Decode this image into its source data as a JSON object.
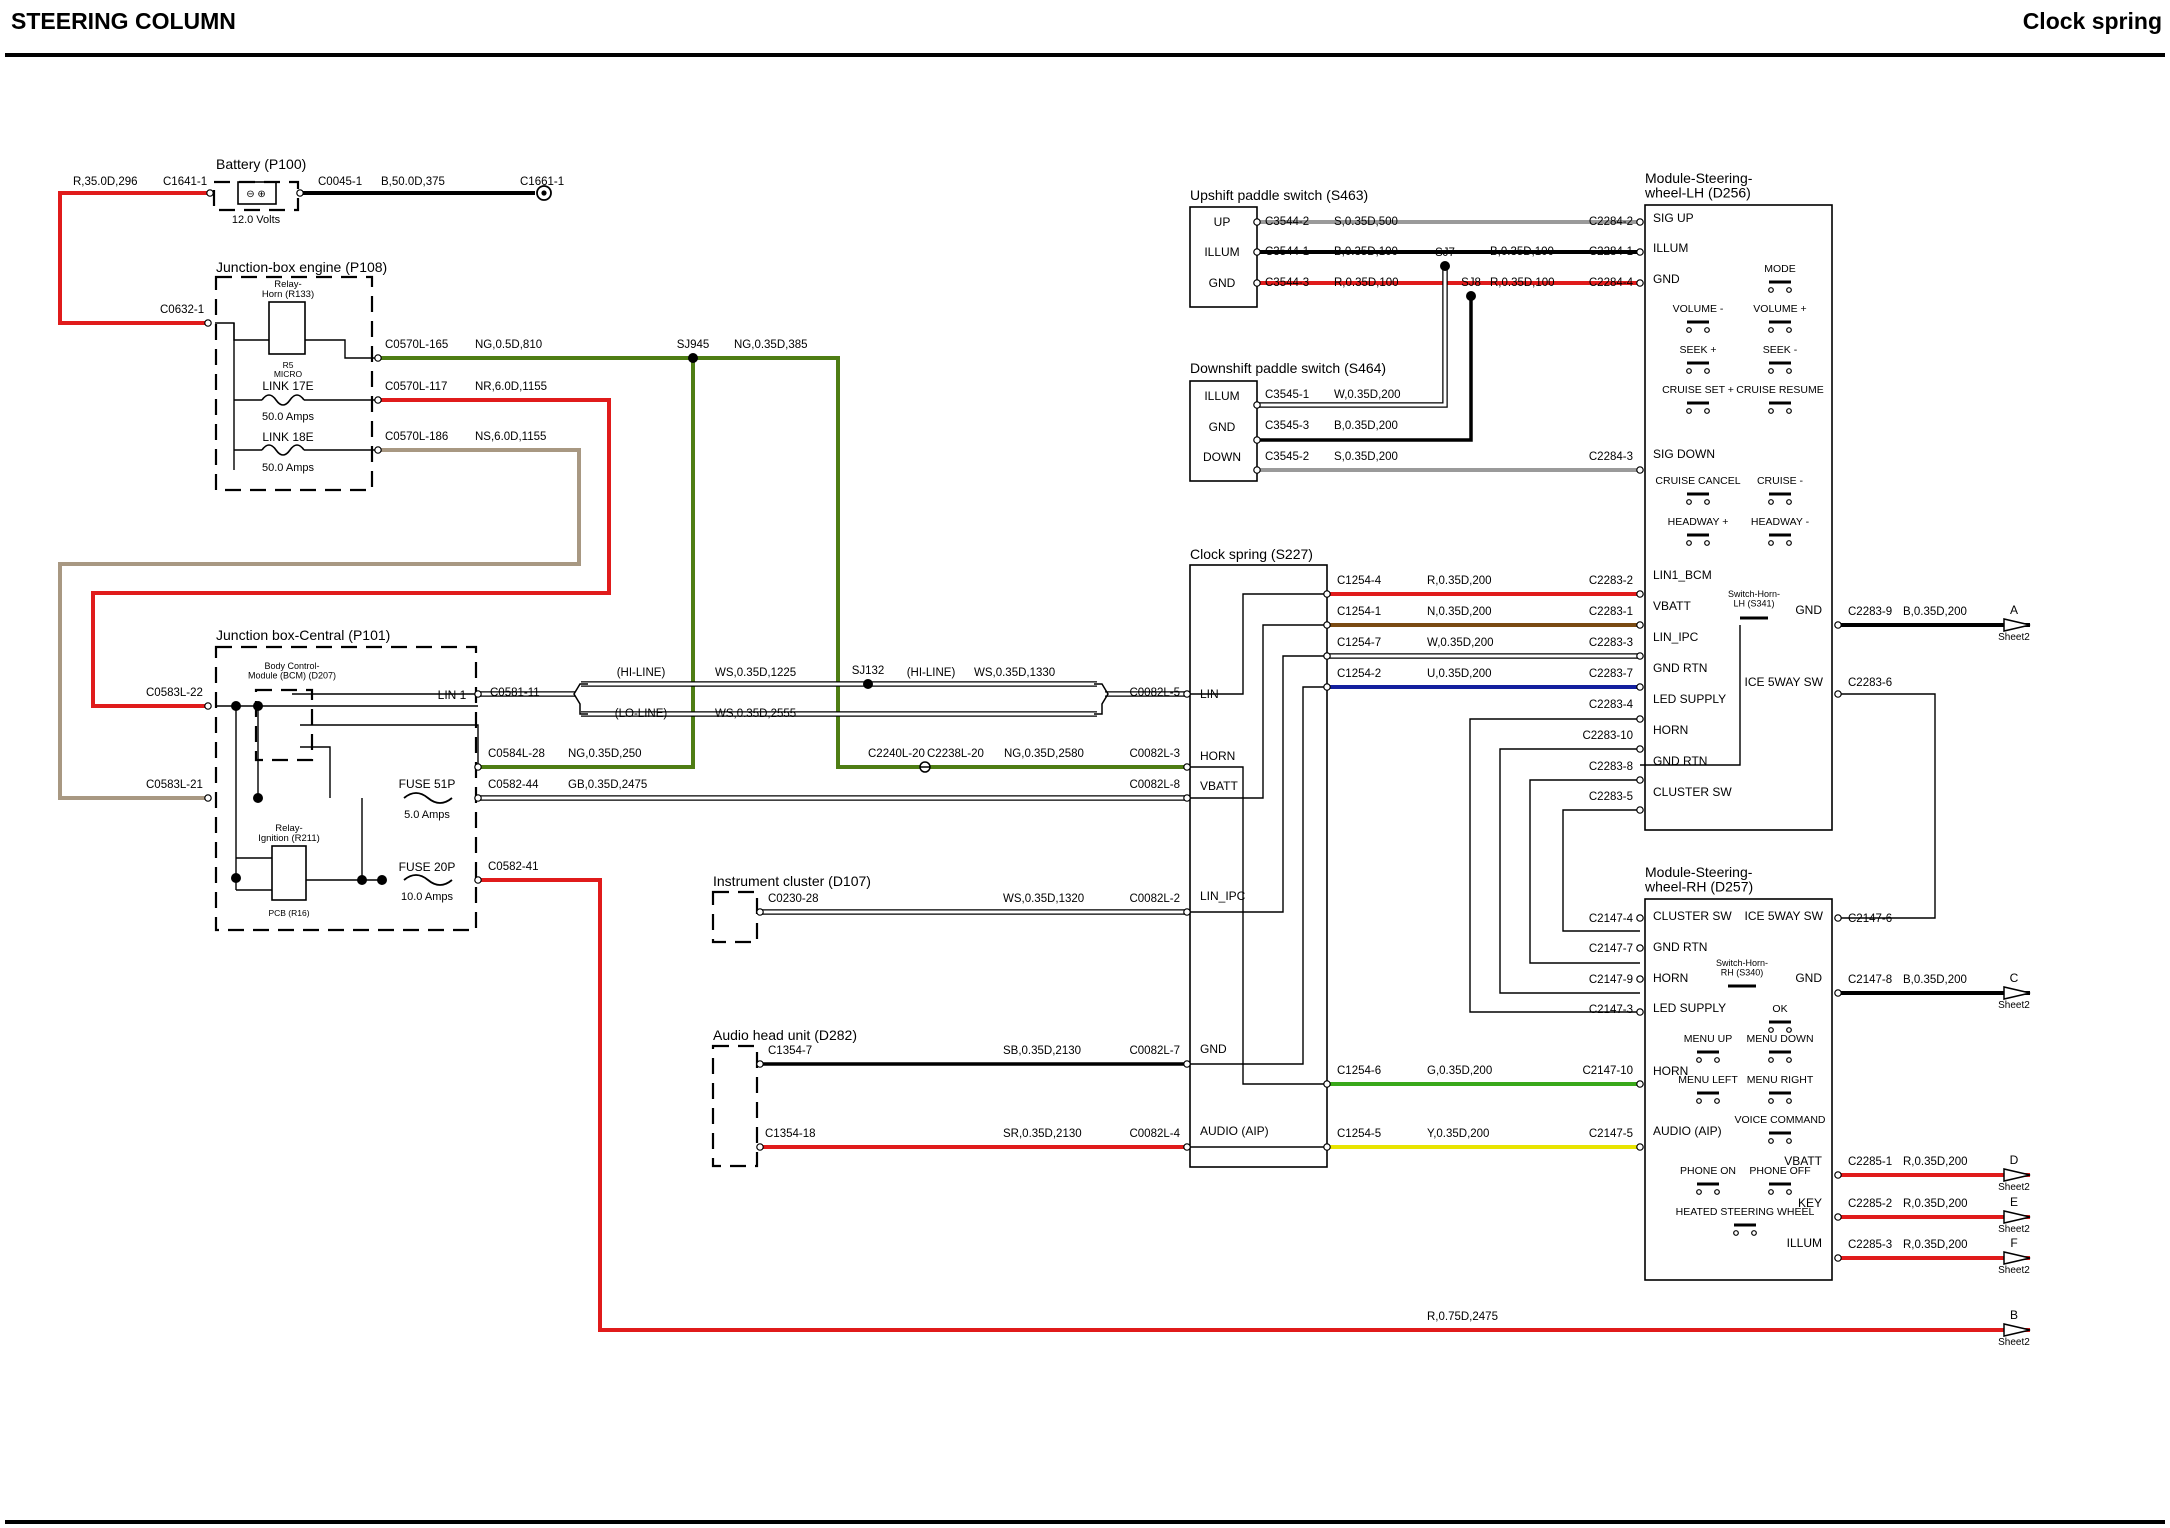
{
  "header": {
    "section_title": "STEERING COLUMN",
    "page_title": "Clock spring"
  },
  "colors": {
    "red": "#e01b1b",
    "black": "#000000",
    "green": "#4e7d14",
    "tan": "#a89882",
    "brown": "#7a4a12",
    "blue": "#13209e",
    "grey": "#9a9a9a",
    "lightgreen": "#39a81a",
    "yellow": "#e8e400",
    "white": "#ffffff"
  },
  "components": [
    {
      "id": "battery",
      "name": "Battery (P100)",
      "sub": "12.0 Volts"
    },
    {
      "id": "jbe",
      "name": "Junction-box engine (P108)"
    },
    {
      "id": "relay-horn",
      "name": "Relay-\nHorn (R133)",
      "sub": "R5\nMICRO"
    },
    {
      "id": "link17e",
      "name": "LINK 17E",
      "sub": "50.0 Amps"
    },
    {
      "id": "link18e",
      "name": "LINK 18E",
      "sub": "50.0 Amps"
    },
    {
      "id": "jbc",
      "name": "Junction box-Central (P101)"
    },
    {
      "id": "bcm",
      "name": "Body Control-\nModule (BCM) (D207)"
    },
    {
      "id": "relay-ign",
      "name": "Relay-\nIgnition (R211)",
      "sub": "PCB (R16)"
    },
    {
      "id": "fuse51p",
      "name": "FUSE 51P",
      "sub": "5.0 Amps"
    },
    {
      "id": "fuse20p",
      "name": "FUSE 20P",
      "sub": "10.0 Amps"
    },
    {
      "id": "upshift",
      "name": "Upshift paddle switch (S463)"
    },
    {
      "id": "downshift",
      "name": "Downshift paddle switch (S464)"
    },
    {
      "id": "clockspring",
      "name": "Clock spring (S227)"
    },
    {
      "id": "swlh",
      "name": "Module-Steering-\nwheel-LH (D256)"
    },
    {
      "id": "swrh",
      "name": "Module-Steering-\nwheel-RH (D257)"
    },
    {
      "id": "ipc",
      "name": "Instrument cluster (D107)"
    },
    {
      "id": "ahu",
      "name": "Audio head unit (D282)"
    },
    {
      "id": "hornsw-lh",
      "name": "Switch-Horn-\nLH (S341)"
    },
    {
      "id": "hornsw-rh",
      "name": "Switch-Horn-\nRH (S340)"
    }
  ],
  "connectors": [
    "C1641-1",
    "C0045-1",
    "C1661-1",
    "C0632-1",
    "C0570L-165",
    "C0570L-117",
    "C0570L-186",
    "C0583L-22",
    "C0583L-21",
    "C0581-11",
    "C0584L-28",
    "C0582-44",
    "C0582-41",
    "C2240L-20",
    "C2238L-20",
    "C0082L-5",
    "C0082L-3",
    "C0082L-8",
    "C0082L-2",
    "C0082L-7",
    "C0082L-4",
    "C0230-28",
    "C1354-7",
    "C1354-18",
    "C3544-2",
    "C3544-1",
    "C3544-3",
    "C3545-1",
    "C3545-3",
    "C3545-2",
    "C2284-2",
    "C2284-1",
    "C2284-4",
    "C2284-3",
    "C1254-4",
    "C1254-1",
    "C1254-7",
    "C1254-2",
    "C1254-6",
    "C1254-5",
    "C2283-2",
    "C2283-1",
    "C2283-3",
    "C2283-7",
    "C2283-4",
    "C2283-10",
    "C2283-8",
    "C2283-5",
    "C2283-9",
    "C2283-6",
    "C2147-4",
    "C2147-7",
    "C2147-9",
    "C2147-3",
    "C2147-10",
    "C2147-5",
    "C2147-6",
    "C2147-8",
    "C2285-1",
    "C2285-2",
    "C2285-3"
  ],
  "splices": [
    "SJ945",
    "SJ132",
    "SJ7",
    "SJ8"
  ],
  "wire_codes": [
    "R,35.0D,296",
    "B,50.0D,375",
    "NG,0.5D,810",
    "NG,0.35D,385",
    "NR,6.0D,1155",
    "NS,6.0D,1155",
    "WS,0.35D,1225",
    "WS,0.35D,1330",
    "WS,0.35D,2555",
    "NG,0.35D,250",
    "NG,0.35D,2580",
    "GB,0.35D,2475",
    "WS,0.35D,1320",
    "SB,0.35D,2130",
    "SR,0.35D,2130",
    "S,0.35D,500",
    "B,0.35D,100",
    "R,0.35D,100",
    "W,0.35D,200",
    "B,0.35D,200",
    "S,0.35D,200",
    "R,0.35D,200",
    "N,0.35D,200",
    "U,0.35D,200",
    "G,0.35D,200",
    "Y,0.35D,200",
    "R,0.75D,2475"
  ],
  "pin_labels": {
    "lin1": "LIN 1",
    "hi_line": "(HI-LINE)",
    "lo_line": "(LO-LINE)",
    "lin": "LIN",
    "horn": "HORN",
    "vbatt": "VBATT",
    "lin_ipc": "LIN_IPC",
    "gnd": "GND",
    "audio_aip": "AUDIO (AIP)",
    "up": "UP",
    "illum": "ILLUM",
    "down": "DOWN",
    "sig_up": "SIG UP",
    "sig_down": "SIG DOWN",
    "lin1_bcm": "LIN1_BCM",
    "gnd_rtn": "GND RTN",
    "led_supply": "LED SUPPLY",
    "cluster_sw": "CLUSTER SW",
    "ice_5way_sw": "ICE 5WAY SW",
    "key": "KEY"
  },
  "switch_labels": {
    "mode": "MODE",
    "volume_minus": "VOLUME -",
    "volume_plus": "VOLUME +",
    "seek_plus": "SEEK +",
    "seek_minus": "SEEK -",
    "cruise_set_plus": "CRUISE SET +",
    "cruise_resume": "CRUISE RESUME",
    "cruise_cancel": "CRUISE CANCEL",
    "cruise_minus": "CRUISE -",
    "headway_plus": "HEADWAY +",
    "headway_minus": "HEADWAY -",
    "ok": "OK",
    "menu_up": "MENU UP",
    "menu_down": "MENU DOWN",
    "menu_left": "MENU LEFT",
    "menu_right": "MENU RIGHT",
    "voice_command": "VOICE COMMAND",
    "phone_on": "PHONE ON",
    "phone_off": "PHONE OFF",
    "heated_steering_wheel": "HEATED STEERING WHEEL"
  },
  "offsheet": [
    {
      "letter": "A",
      "sheet": "Sheet2"
    },
    {
      "letter": "B",
      "sheet": "Sheet2"
    },
    {
      "letter": "C",
      "sheet": "Sheet2"
    },
    {
      "letter": "D",
      "sheet": "Sheet2"
    },
    {
      "letter": "E",
      "sheet": "Sheet2"
    },
    {
      "letter": "F",
      "sheet": "Sheet2"
    }
  ]
}
